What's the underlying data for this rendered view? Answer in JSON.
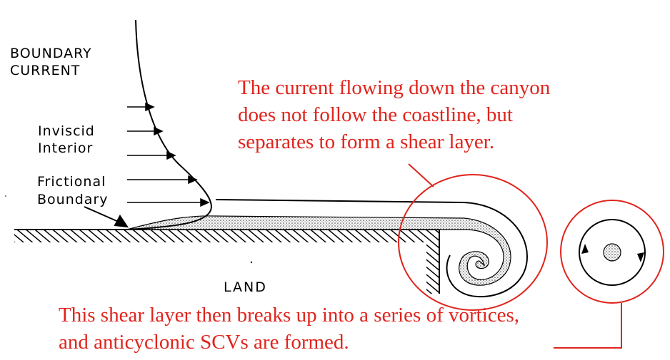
{
  "labels": {
    "boundary_current_1": "BOUNDARY",
    "boundary_current_2": "CURRENT",
    "inviscid_1": "Inviscid",
    "inviscid_2": "Interior",
    "frictional_1": "Frictional",
    "frictional_2": "Boundary",
    "land": "LAND"
  },
  "notes": {
    "top_1": "The current flowing down the canyon",
    "top_2": "does not follow the coastline, but",
    "top_3": "separates to form a shear layer.",
    "bottom_1": "This shear layer then breaks up into a series of vortices,",
    "bottom_2": "and anticyclonic SCVs are formed."
  },
  "colors": {
    "annotation": "#e0241c",
    "ink": "#000000"
  }
}
